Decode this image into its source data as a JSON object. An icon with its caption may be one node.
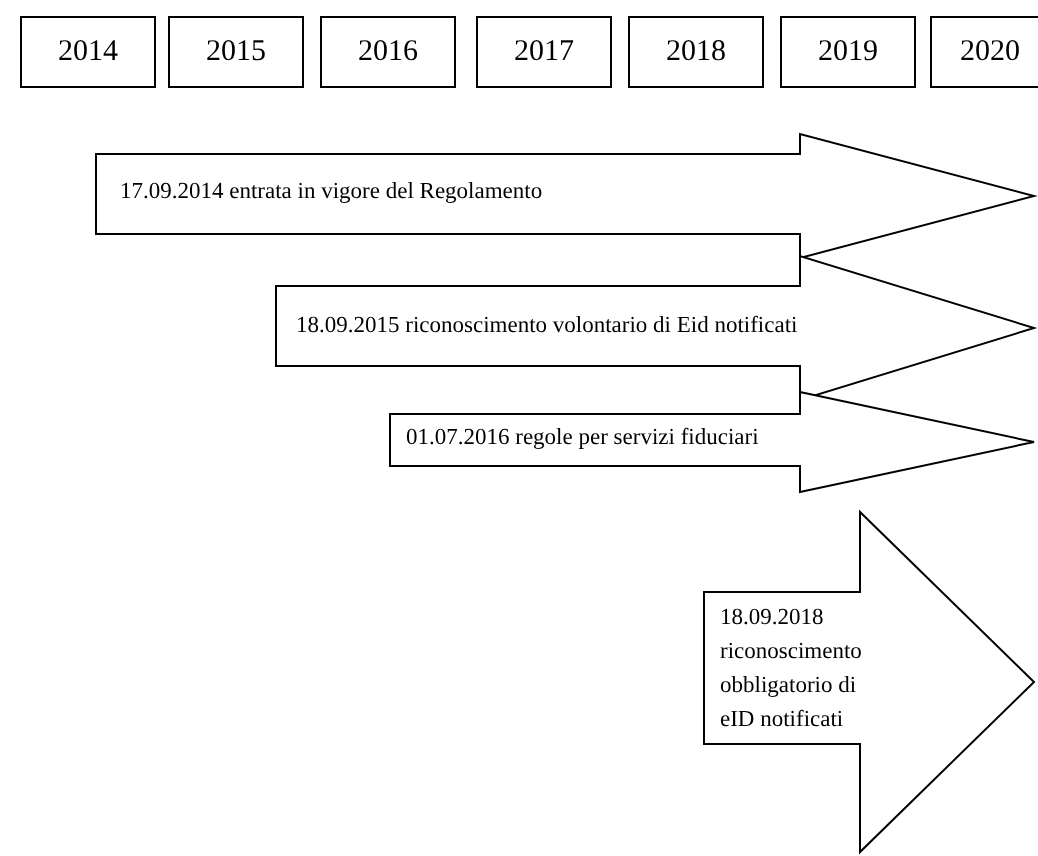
{
  "diagram": {
    "nodes": [
      {
        "text": [
          "2014"
        ]
      },
      {
        "text": [
          "2015"
        ]
      },
      {
        "text": [
          "2016"
        ]
      },
      {
        "text": [
          "2017"
        ]
      },
      {
        "text": [
          "2018"
        ]
      },
      {
        "text": [
          "2019"
        ]
      },
      {
        "text": [
          "2020"
        ]
      },
      {
        "text": [
          "17.09.2014 entrata in vigore del Regolamento"
        ]
      },
      {
        "text": [
          "18.09.2015 riconoscimento volontario di Eid notificati"
        ]
      },
      {
        "text": [
          "01.07.2016 regole per servizi fiduciari"
        ]
      },
      {
        "text": [
          "18.09.2018 riconoscimento obbligatorio di eID notificati"
        ]
      }
    ],
    "edges": []
  }
}
